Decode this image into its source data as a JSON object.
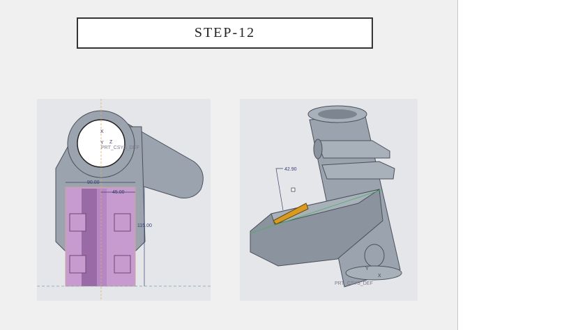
{
  "title": "STEP-12",
  "front_view": {
    "csys_label": "PRT_CSYS_DEF",
    "axis_x": "X",
    "axis_y": "Y",
    "axis_z": "Z",
    "dim_width": "90.00",
    "dim_half": "45.00",
    "dim_height": "115.00"
  },
  "iso_view": {
    "dim_offset": "42.90",
    "csys_label": "PRT_CSYS_DEF",
    "axis_x": "X",
    "axis_y": "Y"
  }
}
